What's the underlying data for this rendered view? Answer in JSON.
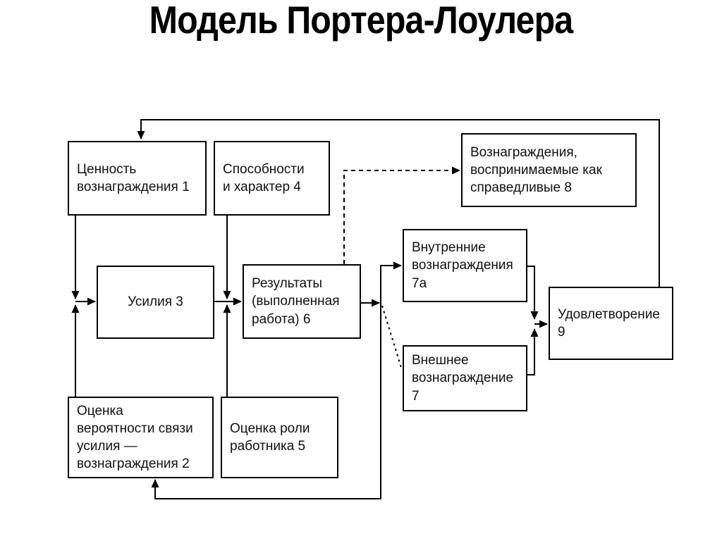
{
  "title": "Модель Портера-Лоулера",
  "diagram": {
    "nodes": {
      "value_of_reward": {
        "label": "Ценность\nвознаграждения 1"
      },
      "abilities": {
        "label": "Способности\nи характер 4"
      },
      "fair_rewards": {
        "label": "Вознаграждения,\nвоспринимаемые как\nсправедливые 8"
      },
      "effort": {
        "label": "Усилия 3"
      },
      "results": {
        "label": "Результаты\n(выполненная\nработа) 6"
      },
      "internal_rewards": {
        "label": "Внутренние\nвознаграждения\n7а"
      },
      "external_rewards": {
        "label": "Внешнее\nвознаграждение\n7"
      },
      "satisfaction": {
        "label": "Удовлетворение\n9"
      },
      "probability_estimate": {
        "label": "Оценка\nвероятности связи\nусилия —\nвознаграждения 2"
      },
      "role_estimate": {
        "label": "Оценка роли\nработника 5"
      }
    },
    "colors": {
      "line": "#000000",
      "box_border": "#000000",
      "box_background": "#ffffff",
      "text": "#000000",
      "page_background": "#ffffff"
    }
  }
}
